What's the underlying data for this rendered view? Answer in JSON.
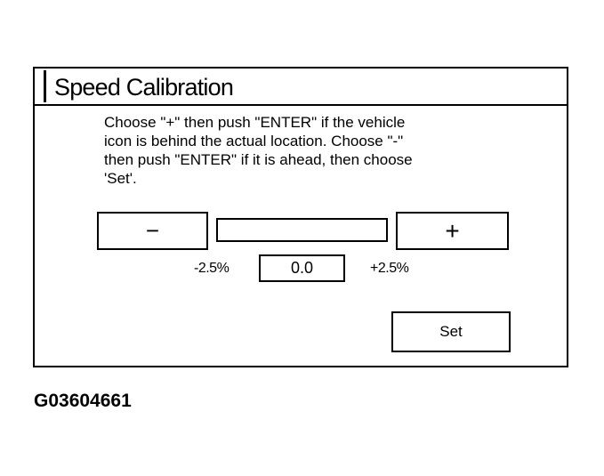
{
  "dialog": {
    "title": "Speed Calibration",
    "instructions": "Choose \"+\" then push \"ENTER\" if the vehicle\nicon is behind the actual location. Choose \"-\"\nthen push \"ENTER\" if it is ahead, then choose\n'Set'."
  },
  "controls": {
    "minus_label": "−",
    "plus_label": "+",
    "range_min": "-2.5%",
    "range_max": "+2.5%",
    "value": "0.0",
    "set_label": "Set"
  },
  "figure_id": "G03604661"
}
